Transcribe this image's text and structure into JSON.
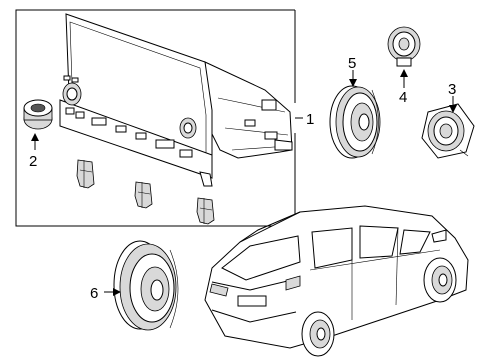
{
  "callouts": [
    {
      "num": "1",
      "part": "head-unit-display"
    },
    {
      "num": "2",
      "part": "knob-cap"
    },
    {
      "num": "3",
      "part": "tweeter-speaker-rear"
    },
    {
      "num": "4",
      "part": "tweeter-speaker"
    },
    {
      "num": "5",
      "part": "door-speaker"
    },
    {
      "num": "6",
      "part": "rear-speaker"
    }
  ],
  "colors": {
    "line": "#000000",
    "background": "#ffffff",
    "shade": "#d9d9d9"
  }
}
